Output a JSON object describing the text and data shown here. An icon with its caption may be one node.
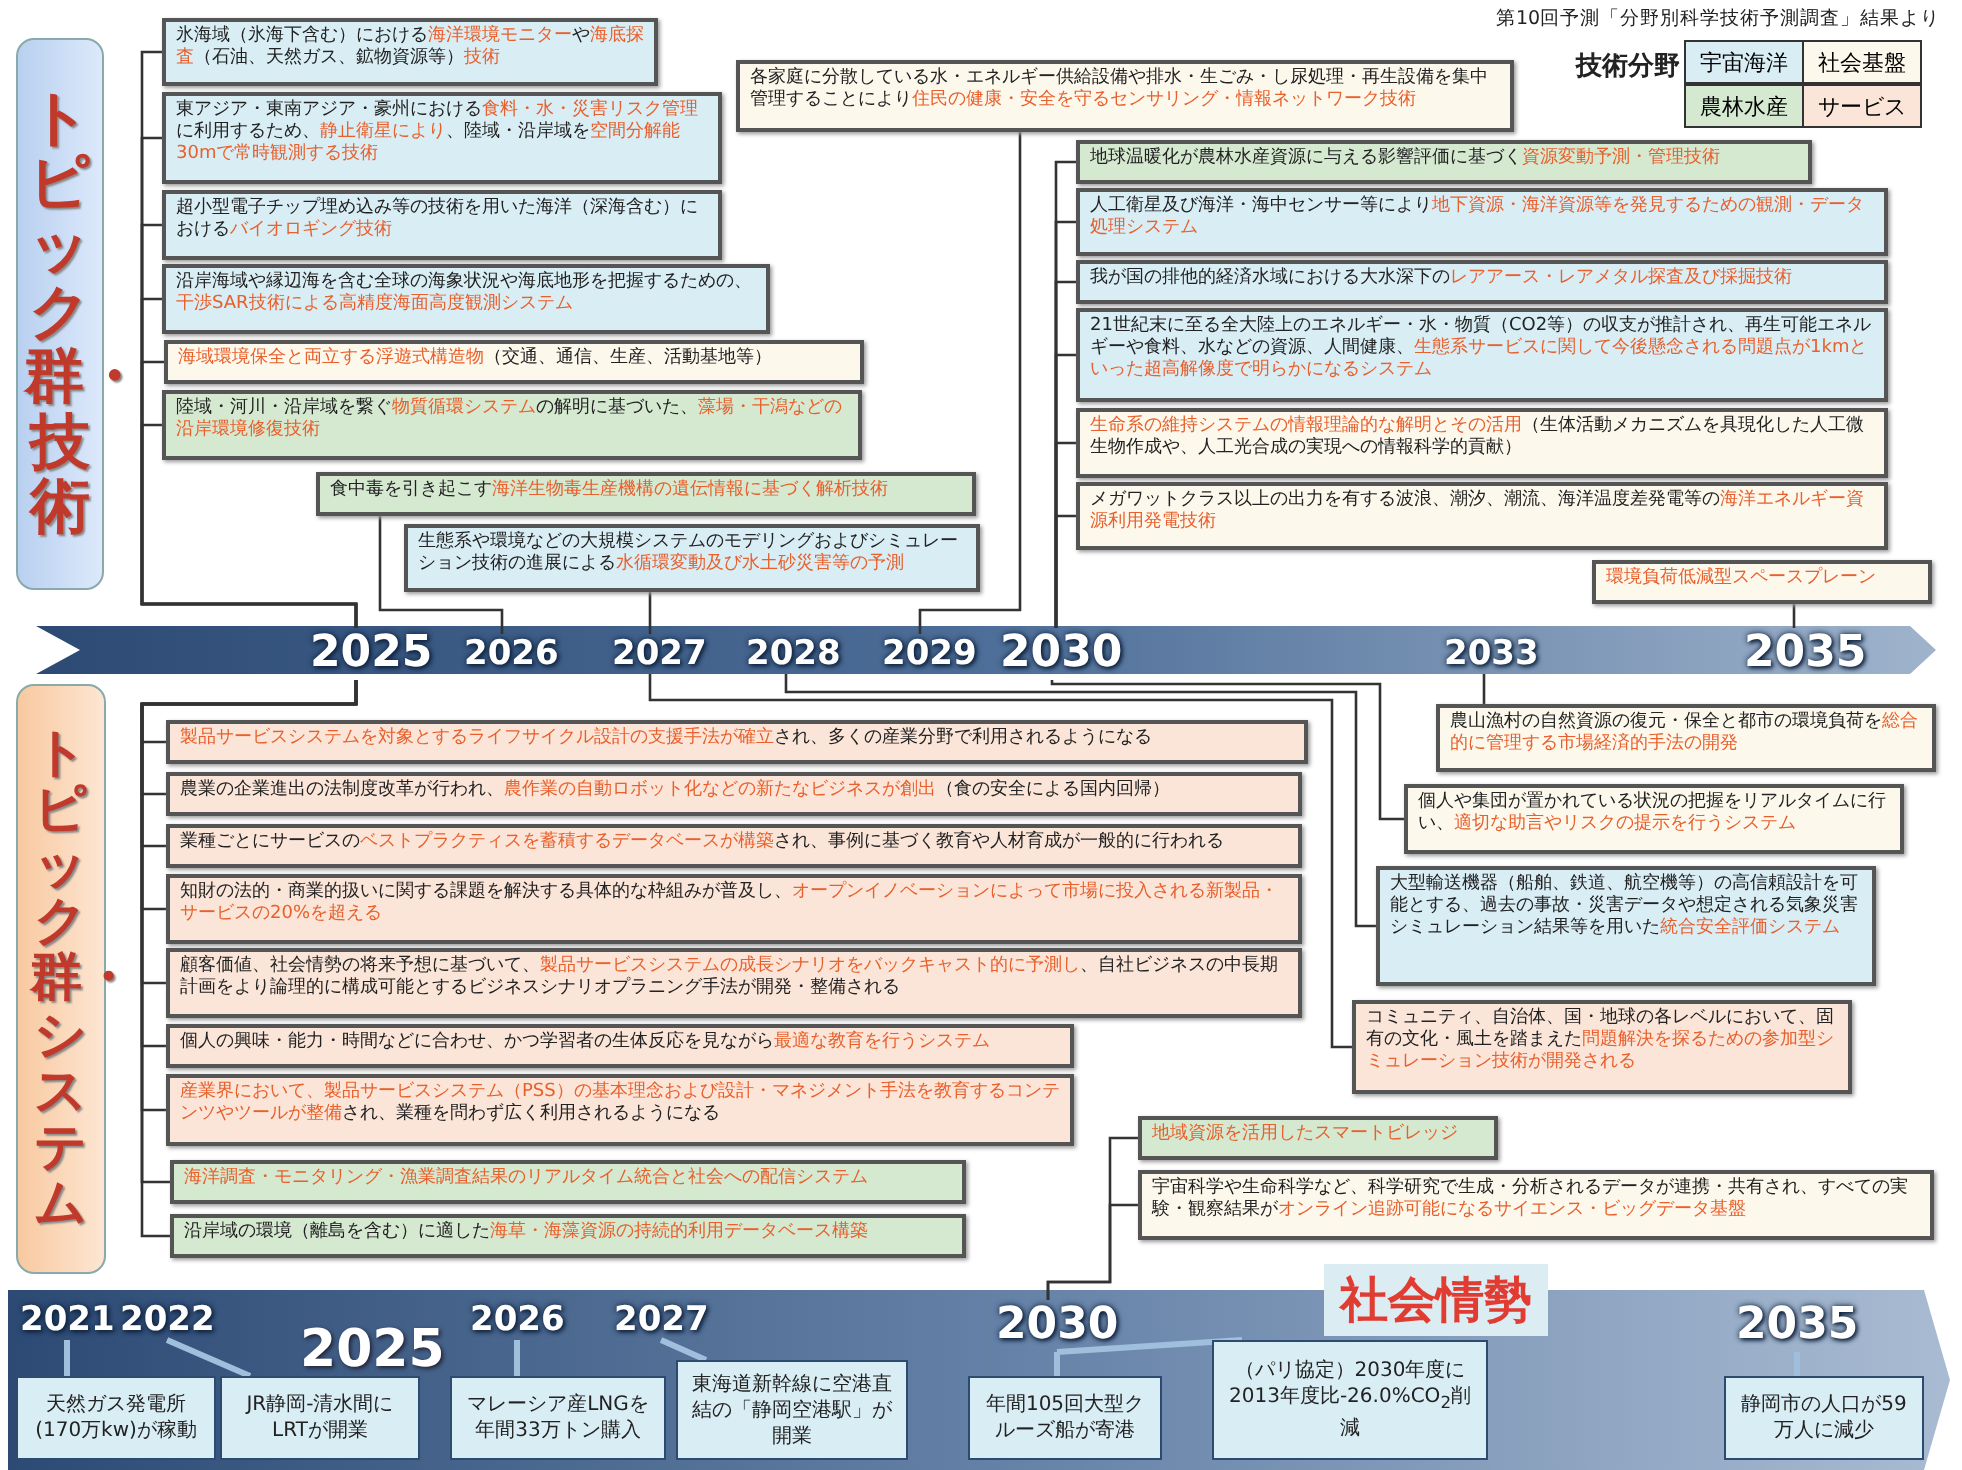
{
  "diagram": {
    "nodes": [
      {
        "text": [
          "トピック群・技術"
        ]
      },
      {
        "text": [
          "氷海域（氷海下含む）における**海洋環境モニター**や**海底探査**（石油、天然ガス、鉱物資源等）**技術**"
        ]
      },
      {
        "text": [
          "東アジア・東南アジア・豪州における**食料・水・災害リスク管理**に利用するため、**静止衛星により**、陸域・沿岸域を**空間分解能30mで常時観測する技術**"
        ]
      },
      {
        "text": [
          "超小型電子チップ埋め込み等の技術を用いた海洋（深海含む）における**バイオロギング技術**"
        ]
      },
      {
        "text": [
          "沿岸海域や縁辺海を含む全球の海象状況や海底地形を把握するための、**干渉SAR技術による高精度海面高度観測システム**"
        ]
      },
      {
        "text": [
          "**海域環境保全と両立する浮遊式構造物**（交通、通信、生産、活動基地等）"
        ]
      },
      {
        "text": [
          "陸域・河川・沿岸域を繋ぐ**物質循環システム**の解明に基づいた、**藻場・干潟などの沿岸環境修復技術**"
        ]
      },
      {
        "text": [
          "食中毒を引き起こす**海洋生物毒生産機構の遺伝情報に基づく解析技術**"
        ]
      },
      {
        "text": [
          "生態系や環境などの大規模システムのモデリングおよびシミュレーション技術の進展による**水循環変動及び水土砂災害等の予測**"
        ]
      },
      {
        "text": [
          "各家庭に分散している水・エネルギー供給設備や排水・生ごみ・し尿処理・再生設備を集中管理することにより**住民の健康・安全を守るセンサリング・情報ネットワーク技術**"
        ]
      },
      {
        "text": [
          "地球温暖化が農林水産資源に与える影響評価に基づく**資源変動予測・管理技術**"
        ]
      },
      {
        "text": [
          "人工衛星及び海洋・海中センサー等により**地下資源・海洋資源等を発見するための観測・データ処理システム**"
        ]
      },
      {
        "text": [
          "我が国の排他的経済水域における大水深下の**レアアース・レアメタル探査及び採掘技術**"
        ]
      },
      {
        "text": [
          "21世紀末に至る全大陸上のエネルギー・水・物質（CO2等）の収支が推計され、再生可能エネルギーや食料、水などの資源、人間健康、**生態系サービスに関して今後懸念される問題点が1kmといった超高解像度で明らかになるシステム**"
        ]
      },
      {
        "text": [
          "**生命系の維持システムの情報理論的な解明とその活用**（生体活動メカニズムを具現化した人工微生物作成や、人工光合成の実現への情報科学的貢献）"
        ]
      },
      {
        "text": [
          "メガワットクラス以上の出力を有する波浪、潮汐、潮流、海洋温度差発電等の**海洋エネルギー資源利用発電技術**"
        ]
      },
      {
        "text": [
          "環境負荷低減型スペースプレーン"
        ]
      },
      {
        "text": [
          "2025"
        ]
      },
      {
        "text": [
          "2026"
        ]
      },
      {
        "text": [
          "2027"
        ]
      },
      {
        "text": [
          "2028"
        ]
      },
      {
        "text": [
          "2029"
        ]
      },
      {
        "text": [
          "2030"
        ]
      },
      {
        "text": [
          "2033"
        ]
      },
      {
        "text": [
          "2035"
        ]
      },
      {
        "text": [
          "トピック群・システム"
        ]
      },
      {
        "text": [
          "**製品サービスシステムを対象とするライフサイクル設計の支援手法が確立**され、多くの産業分野で利用されるようになる"
        ]
      },
      {
        "text": [
          "農業の企業進出の法制度改革が行われ、**農作業の自動ロボット化などの新たなビジネスが創出**（食の安全による国内回帰）"
        ]
      },
      {
        "text": [
          "業種ごとにサービスの**ベストプラクティスを蓄積するデータベースが構築**され、事例に基づく教育や人材育成が一般的に行われる"
        ]
      },
      {
        "text": [
          "知財の法的・商業的扱いに関する課題を解決する具体的な枠組みが普及し、**オープンイノベーションによって市場に投入される新製品・サービスの20%を超える**"
        ]
      },
      {
        "text": [
          "顧客価値、社会情勢の将来予想に基づいて、**製品サービスシステムの成長シナリオをバックキャスト的に予測し**、自社ビジネスの中長期計画をより論理的に構成可能とするビジネスシナリオプラニング手法が開発・整備される"
        ]
      },
      {
        "text": [
          "個人の興味・能力・時間などに合わせ、かつ学習者の生体反応を見ながら**最適な教育を行うシステム**"
        ]
      },
      {
        "text": [
          "**産業界において、製品サービスシステム（PSS）の基本理念および設計・マネジメント手法を教育するコンテンツやツールが整備**され、業種を問わず広く利用されるようになる"
        ]
      },
      {
        "text": [
          "農山漁村の自然資源の復元・保全と都市の環境負荷を**総合的に管理する市場経済的手法の開発**"
        ]
      },
      {
        "text": [
          "個人や集団が置かれている状況の把握をリアルタイムに行い、**適切な助言やリスクの提示を行うシステム**"
        ]
      },
      {
        "text": [
          "大型輸送機器（船舶、鉄道、航空機等）の高信頼設計を可能とする、過去の事故・災害データや想定される気象災害シミュレーション結果等を用いた**統合安全評価システム**"
        ]
      },
      {
        "text": [
          "コミュニティ、自治体、国・地球の各レベルにおいて、固有の文化・風土を踏まえた**問題解決を探るための参加型シミュレーション技術が開発される**"
        ]
      },
      {
        "text": [
          "海洋調査・モニタリング・漁業調査結果のリアルタイム統合と社会への配信システム"
        ]
      },
      {
        "text": [
          "沿岸域の環境（離島を含む）に適した**海草・海藻資源の持続的利用データベース構築**"
        ]
      },
      {
        "text": [
          "地域資源を活用したスマートビレッジ"
        ]
      },
      {
        "text": [
          "宇宙科学や生命科学など、科学研究で生成・分析されるデータが連携・共有され、すべての実験・観察結果が**オンライン追跡可能になるサイエンス・ビッグデータ基盤**"
        ]
      },
      {
        "text": [
          "2021"
        ]
      },
      {
        "text": [
          "2022"
        ]
      },
      {
        "text": [
          "2026"
        ]
      },
      {
        "text": [
          "2027"
        ]
      },
      {
        "text": [
          "2030"
        ]
      },
      {
        "text": [
          "2035"
        ]
      },
      {
        "text": [
          "天然ガス発電所(170万kw)が稼動"
        ]
      },
      {
        "text": [
          "JR静岡-清水間にLRTが開業"
        ]
      },
      {
        "text": [
          "マレーシア産LNGを年間33万トン購入"
        ]
      },
      {
        "text": [
          "東海道新幹線に空港直結の「静岡空港駅」が開業"
        ]
      },
      {
        "text": [
          "年間105回大型クルーズ船が寄港"
        ]
      },
      {
        "text": [
          "（パリ協定）2030年度に2013年度比-26.0%CO$_{2}$削減"
        ]
      },
      {
        "text": [
          "静岡市の人口が59万人に減少"
        ]
      }
    ],
    "edges": [
      {
        "from": 17,
        "to": 1,
        "arrow": "none"
      },
      {
        "from": 17,
        "to": 2,
        "arrow": "none"
      },
      {
        "from": 17,
        "to": 3,
        "arrow": "none"
      },
      {
        "from": 17,
        "to": 4,
        "arrow": "none"
      },
      {
        "from": 17,
        "to": 5,
        "arrow": "none"
      },
      {
        "from": 17,
        "to": 6,
        "arrow": "none"
      },
      {
        "from": 18,
        "to": 7,
        "arrow": "none"
      },
      {
        "from": 19,
        "to": 8,
        "arrow": "none"
      },
      {
        "from": 21,
        "to": 9,
        "arrow": "none"
      },
      {
        "from": 22,
        "to": 10,
        "arrow": "none"
      },
      {
        "from": 22,
        "to": 11,
        "arrow": "none"
      },
      {
        "from": 22,
        "to": 12,
        "arrow": "none"
      },
      {
        "from": 22,
        "to": 13,
        "arrow": "none"
      },
      {
        "from": 22,
        "to": 14,
        "arrow": "none"
      },
      {
        "from": 22,
        "to": 15,
        "arrow": "none"
      },
      {
        "from": 24,
        "to": 16,
        "arrow": "none"
      },
      {
        "from": 17,
        "to": 26,
        "arrow": "none"
      },
      {
        "from": 17,
        "to": 27,
        "arrow": "none"
      },
      {
        "from": 17,
        "to": 28,
        "arrow": "none"
      },
      {
        "from": 17,
        "to": 29,
        "arrow": "none"
      },
      {
        "from": 17,
        "to": 30,
        "arrow": "none"
      },
      {
        "from": 17,
        "to": 31,
        "arrow": "none"
      },
      {
        "from": 17,
        "to": 32,
        "arrow": "none"
      },
      {
        "from": 17,
        "to": 37,
        "arrow": "none"
      },
      {
        "from": 17,
        "to": 38,
        "arrow": "none"
      },
      {
        "from": 23,
        "to": 33,
        "arrow": "none"
      },
      {
        "from": 22,
        "to": 34,
        "arrow": "none"
      },
      {
        "from": 20,
        "to": 35,
        "arrow": "none"
      },
      {
        "from": 19,
        "to": 36,
        "arrow": "none"
      },
      {
        "from": 45,
        "to": 39,
        "arrow": "none"
      },
      {
        "from": 45,
        "to": 40,
        "arrow": "none"
      },
      {
        "from": 41,
        "to": 47,
        "arrow": "none",
        "style": "thick",
        "color": "#9fbfdc"
      },
      {
        "from": 42,
        "to": 48,
        "arrow": "none",
        "style": "thick",
        "color": "#9fbfdc"
      },
      {
        "from": 43,
        "to": 49,
        "arrow": "none",
        "style": "thick",
        "color": "#9fbfdc"
      },
      {
        "from": 44,
        "to": 50,
        "arrow": "none",
        "style": "thick",
        "color": "#9fbfdc"
      },
      {
        "from": 45,
        "to": 51,
        "arrow": "none",
        "style": "thick",
        "color": "#9fbfdc"
      },
      {
        "from": 45,
        "to": 52,
        "arrow": "none",
        "style": "thick",
        "color": "#9fbfdc"
      },
      {
        "from": 46,
        "to": 53,
        "arrow": "none",
        "style": "thick",
        "color": "#9fbfdc"
      }
    ],
    "labels": [
      "第10回予測「分野別科学技術予測調査」結果より",
      "技術分野",
      "2025",
      "社会情勢"
    ],
    "legend": [
      {
        "text": "宇宙海洋",
        "color": "#d9edf5"
      },
      {
        "text": "社会基盤",
        "color": "#fdf8ec"
      },
      {
        "text": "農林水産",
        "color": "#d5e8d0"
      },
      {
        "text": "サービス",
        "color": "#fbe5d8"
      }
    ]
  }
}
